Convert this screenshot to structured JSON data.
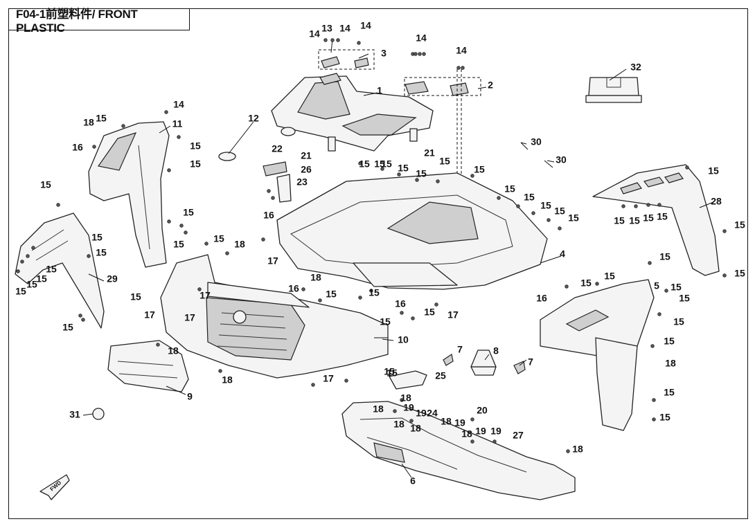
{
  "title": "F04-1前塑料件/ FRONT PLASTIC",
  "fwd_label": "FWD",
  "callouts": [
    "1",
    "2",
    "3",
    "4",
    "5",
    "6",
    "7",
    "7",
    "8",
    "9",
    "10",
    "11",
    "12",
    "13",
    "14",
    "14",
    "14",
    "14",
    "14",
    "14",
    "15",
    "15",
    "15",
    "15",
    "15",
    "15",
    "15",
    "15",
    "15",
    "15",
    "15",
    "15",
    "15",
    "15",
    "15",
    "15",
    "15",
    "15",
    "15",
    "15",
    "15",
    "15",
    "15",
    "15",
    "15",
    "15",
    "15",
    "15",
    "15",
    "15",
    "15",
    "15",
    "15",
    "15",
    "15",
    "15",
    "15",
    "15",
    "15",
    "15",
    "15",
    "15",
    "15",
    "15",
    "15",
    "15",
    "15",
    "15",
    "15",
    "16",
    "16",
    "16",
    "16",
    "16",
    "17",
    "17",
    "17",
    "17",
    "17",
    "17",
    "18",
    "18",
    "18",
    "18",
    "18",
    "18",
    "18",
    "18",
    "18",
    "18",
    "18",
    "18",
    "18",
    "19",
    "19",
    "19",
    "19",
    "19",
    "20",
    "21",
    "21",
    "22",
    "23",
    "24",
    "25",
    "26",
    "27",
    "28",
    "29",
    "30",
    "30",
    "31",
    "32"
  ]
}
